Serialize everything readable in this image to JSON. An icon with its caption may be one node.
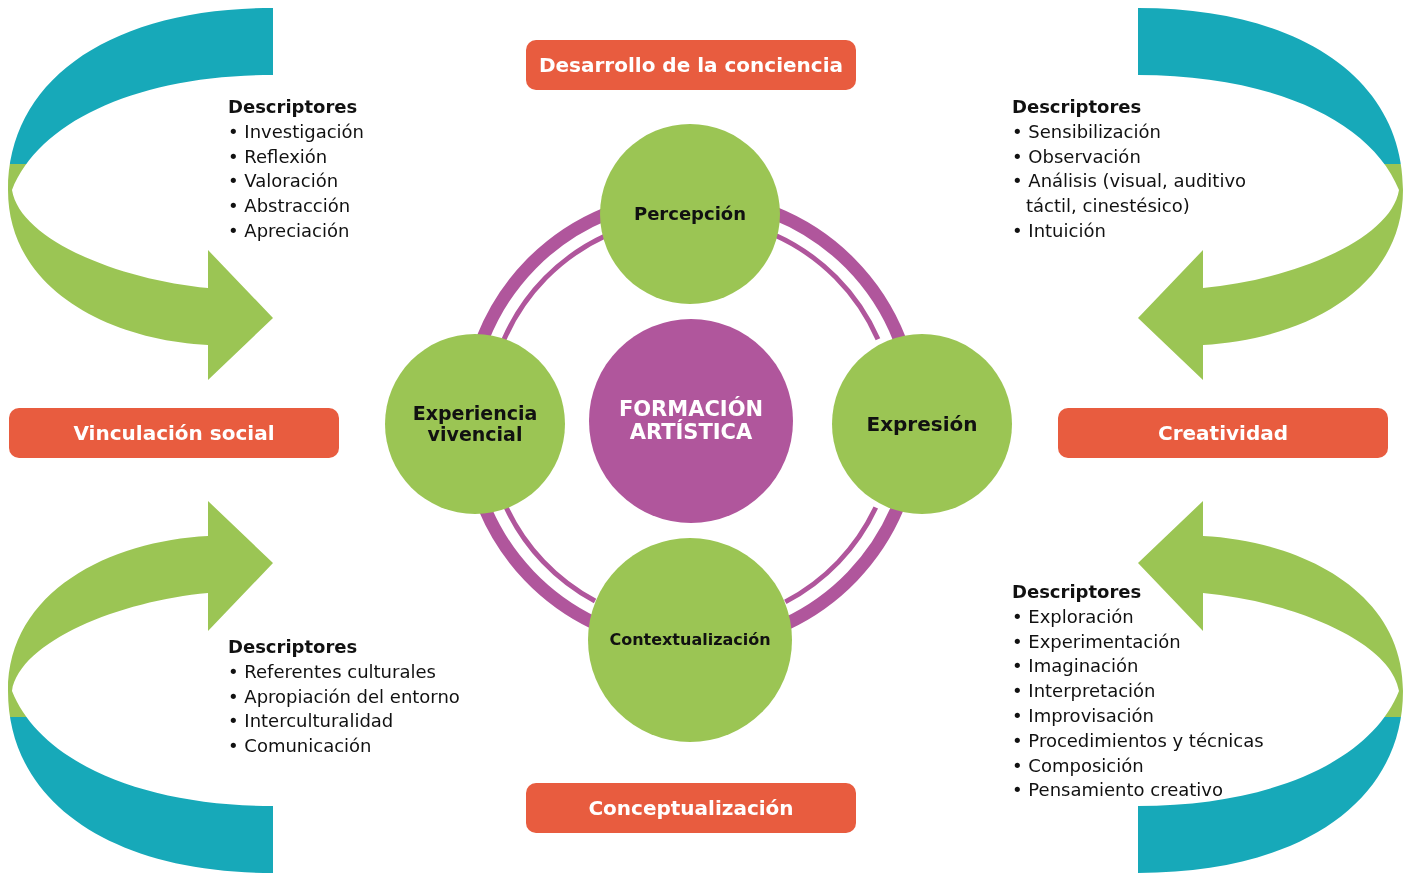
{
  "diagram": {
    "nodes": [
      {
        "text": [
          "Desarrollo de la conciencia"
        ]
      },
      {
        "text": [
          "Descriptores",
          "• Investigación",
          "• Reflexión",
          "• Valoración",
          "• Abstracción",
          "• Apreciación"
        ]
      },
      {
        "text": [
          "Descriptores",
          "• Sensibilización",
          "• Observación",
          "• Análisis (visual, auditivo táctil, cinestésico)",
          "• Intuición"
        ]
      },
      {
        "text": [
          "Percepción"
        ]
      },
      {
        "text": [
          "Experiencia vivencial"
        ]
      },
      {
        "text": [
          "FORMACIÓN ARTÍSTICA"
        ]
      },
      {
        "text": [
          "Expresión"
        ]
      },
      {
        "text": [
          "Vinculación social"
        ]
      },
      {
        "text": [
          "Creatividad"
        ]
      },
      {
        "text": [
          "Contextualización"
        ]
      },
      {
        "text": [
          "Descriptores",
          "• Referentes culturales",
          "• Apropiación del entorno",
          "• Interculturalidad",
          "• Comunicación"
        ]
      },
      {
        "text": [
          "Descriptores",
          "• Exploración",
          "• Experimentación",
          "• Imaginación",
          "• Interpretación",
          "• Improvisación",
          "• Procedimientos y técnicas",
          "• Composición",
          "• Pensamiento creativo"
        ]
      },
      {
        "text": [
          "Conceptualización"
        ]
      }
    ],
    "edges": [
      {
        "from": 3,
        "to": 6,
        "arrow": "none"
      },
      {
        "from": 6,
        "to": 9,
        "arrow": "none"
      },
      {
        "from": 9,
        "to": 4,
        "arrow": "none"
      },
      {
        "from": 4,
        "to": 3,
        "arrow": "none"
      }
    ]
  }
}
